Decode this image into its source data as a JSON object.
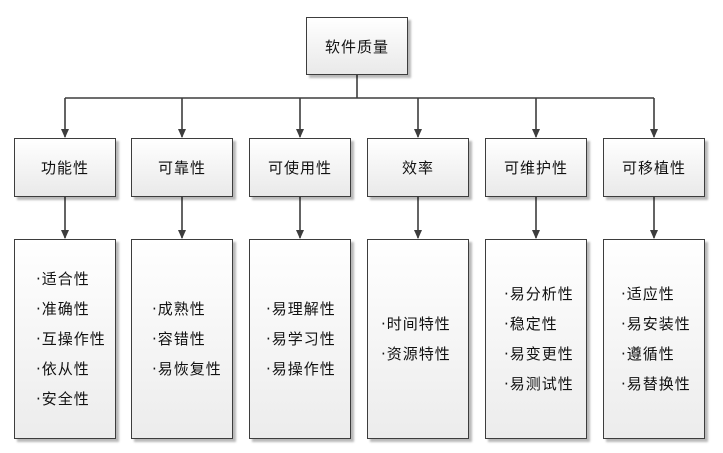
{
  "root": {
    "label": "软件质量"
  },
  "categories": [
    {
      "label": "功能性",
      "items": [
        "·适合性",
        "·准确性",
        "·互操作性",
        "·依从性",
        "·安全性"
      ]
    },
    {
      "label": "可靠性",
      "items": [
        "·成熟性",
        "·容错性",
        "·易恢复性"
      ]
    },
    {
      "label": "可使用性",
      "items": [
        "·易理解性",
        "·易学习性",
        "·易操作性"
      ]
    },
    {
      "label": "效率",
      "items": [
        "·时间特性",
        "·资源特性"
      ]
    },
    {
      "label": "可维护性",
      "items": [
        "·易分析性",
        "·稳定性",
        "·易变更性",
        "·易测试性"
      ]
    },
    {
      "label": "可移植性",
      "items": [
        "·适应性",
        "·易安装性",
        "·遵循性",
        "·易替换性"
      ]
    }
  ]
}
